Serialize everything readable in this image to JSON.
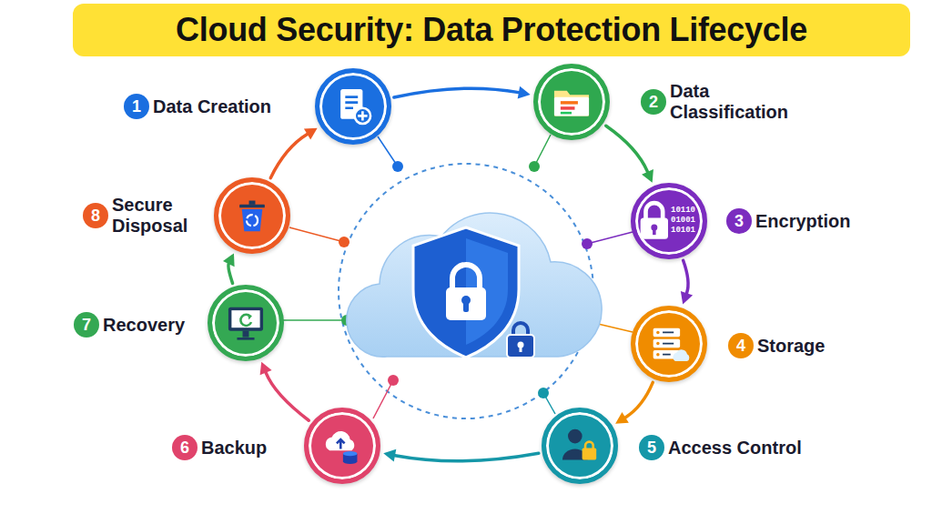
{
  "diagram": {
    "title": "Cloud Security: Data Protection Lifecycle",
    "nodes": [
      {
        "text": [
          "1",
          "Data Creation"
        ]
      },
      {
        "text": [
          "2",
          "Data Classification"
        ]
      },
      {
        "text": [
          "3",
          "Encryption"
        ]
      },
      {
        "text": [
          "4",
          "Storage"
        ]
      },
      {
        "text": [
          "5",
          "Access Control"
        ]
      },
      {
        "text": [
          "6",
          "Backup"
        ]
      },
      {
        "text": [
          "7",
          "Recovery"
        ]
      },
      {
        "text": [
          "8",
          "Secure Disposal"
        ]
      }
    ],
    "edges": [
      {
        "from": 0,
        "to": 1,
        "arrow": "to"
      },
      {
        "from": 1,
        "to": 2,
        "arrow": "to"
      },
      {
        "from": 2,
        "to": 3,
        "arrow": "to"
      },
      {
        "from": 3,
        "to": 4,
        "arrow": "to"
      },
      {
        "from": 4,
        "to": 5,
        "arrow": "to"
      },
      {
        "from": 5,
        "to": 6,
        "arrow": "to"
      },
      {
        "from": 6,
        "to": 7,
        "arrow": "to"
      },
      {
        "from": 7,
        "to": 0,
        "arrow": "to"
      }
    ],
    "labels": [
      "10110",
      "01001",
      "10101"
    ]
  }
}
